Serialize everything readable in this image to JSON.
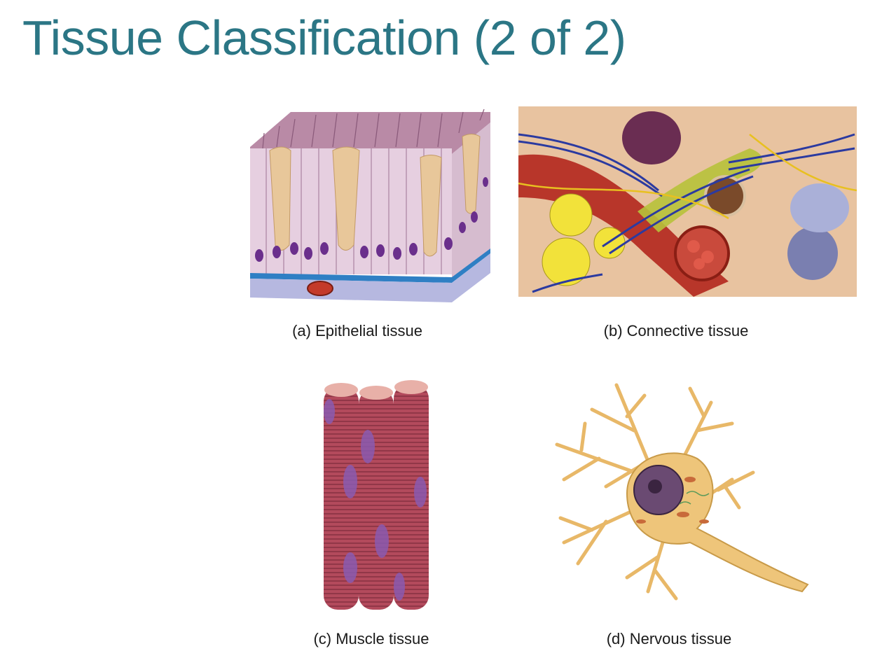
{
  "slide": {
    "title": "Tissue Classification (2 of 2)"
  },
  "panels": [
    {
      "caption": "(a) Epithelial tissue"
    },
    {
      "caption": "(b) Connective tissue"
    },
    {
      "caption": "(c) Muscle tissue"
    },
    {
      "caption": "(d) Nervous tissue"
    }
  ]
}
